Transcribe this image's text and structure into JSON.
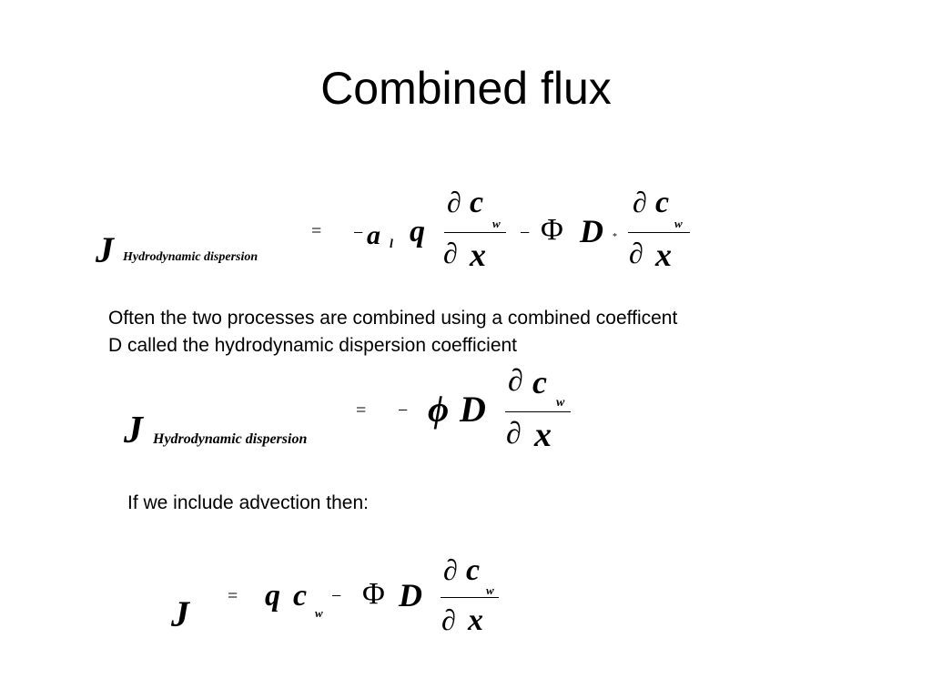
{
  "slide": {
    "title": "Combined flux",
    "paragraph": {
      "line1": "Often the two processes are combined using a combined coefficent",
      "line2": "D called the hydrodynamic dispersion coefficient"
    },
    "advection_text": "If we include advection then:"
  },
  "eq1": {
    "lhs": "J",
    "lhs_sub": "Hydrodynamic dispersion",
    "equals": "=",
    "minus1": "−",
    "alpha": "a",
    "alpha_sub": "l",
    "q": "q",
    "frac1": {
      "partial_top": "∂",
      "c": "c",
      "c_sub": "w",
      "partial_bottom": "∂",
      "x": "x"
    },
    "minus2": "−",
    "phi": "Φ",
    "D": "D",
    "D_sup": "*",
    "frac2": {
      "partial_top": "∂",
      "c": "c",
      "c_sub": "w",
      "partial_bottom": "∂",
      "x": "x"
    }
  },
  "eq2": {
    "lhs": "J",
    "lhs_sub": "Hydrodynamic dispersion",
    "equals": "=",
    "minus": "−",
    "phi": "ϕ",
    "D": "D",
    "frac": {
      "partial_top": "∂",
      "c": "c",
      "c_sub": "w",
      "partial_bottom": "∂",
      "x": "x"
    }
  },
  "eq3": {
    "lhs": "J",
    "equals": "=",
    "q": "q",
    "c": "c",
    "c_sub": "w",
    "minus": "−",
    "phi": "Φ",
    "D": "D",
    "frac": {
      "partial_top": "∂",
      "c": "c",
      "c_sub": "w",
      "partial_bottom": "∂",
      "x": "x"
    }
  }
}
